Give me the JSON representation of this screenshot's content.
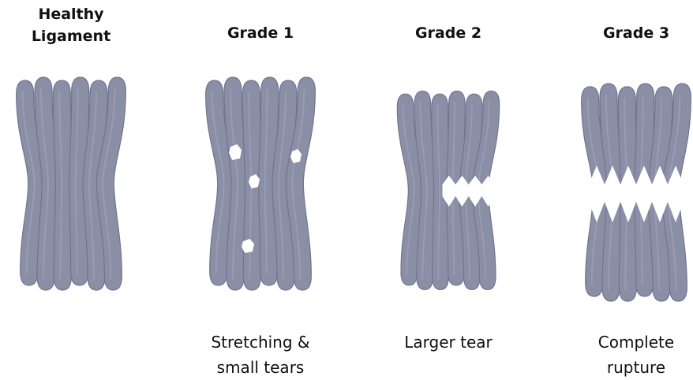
{
  "panels": [
    {
      "title": "Healthy\nLigament",
      "caption": "",
      "grade": "healthy"
    },
    {
      "title": "Grade 1",
      "caption": "Stretching &\nsmall tears",
      "grade": "grade-1"
    },
    {
      "title": "Grade 2",
      "caption": "Larger tear",
      "grade": "grade-2"
    },
    {
      "title": "Grade 3",
      "caption": "Complete\nrupture",
      "grade": "grade-3"
    }
  ],
  "colors": {
    "ligament_fill": "#8a8fa6",
    "ligament_dark": "#6f7590",
    "ligament_light": "#a2a7bb",
    "tear": "#ffffff"
  }
}
